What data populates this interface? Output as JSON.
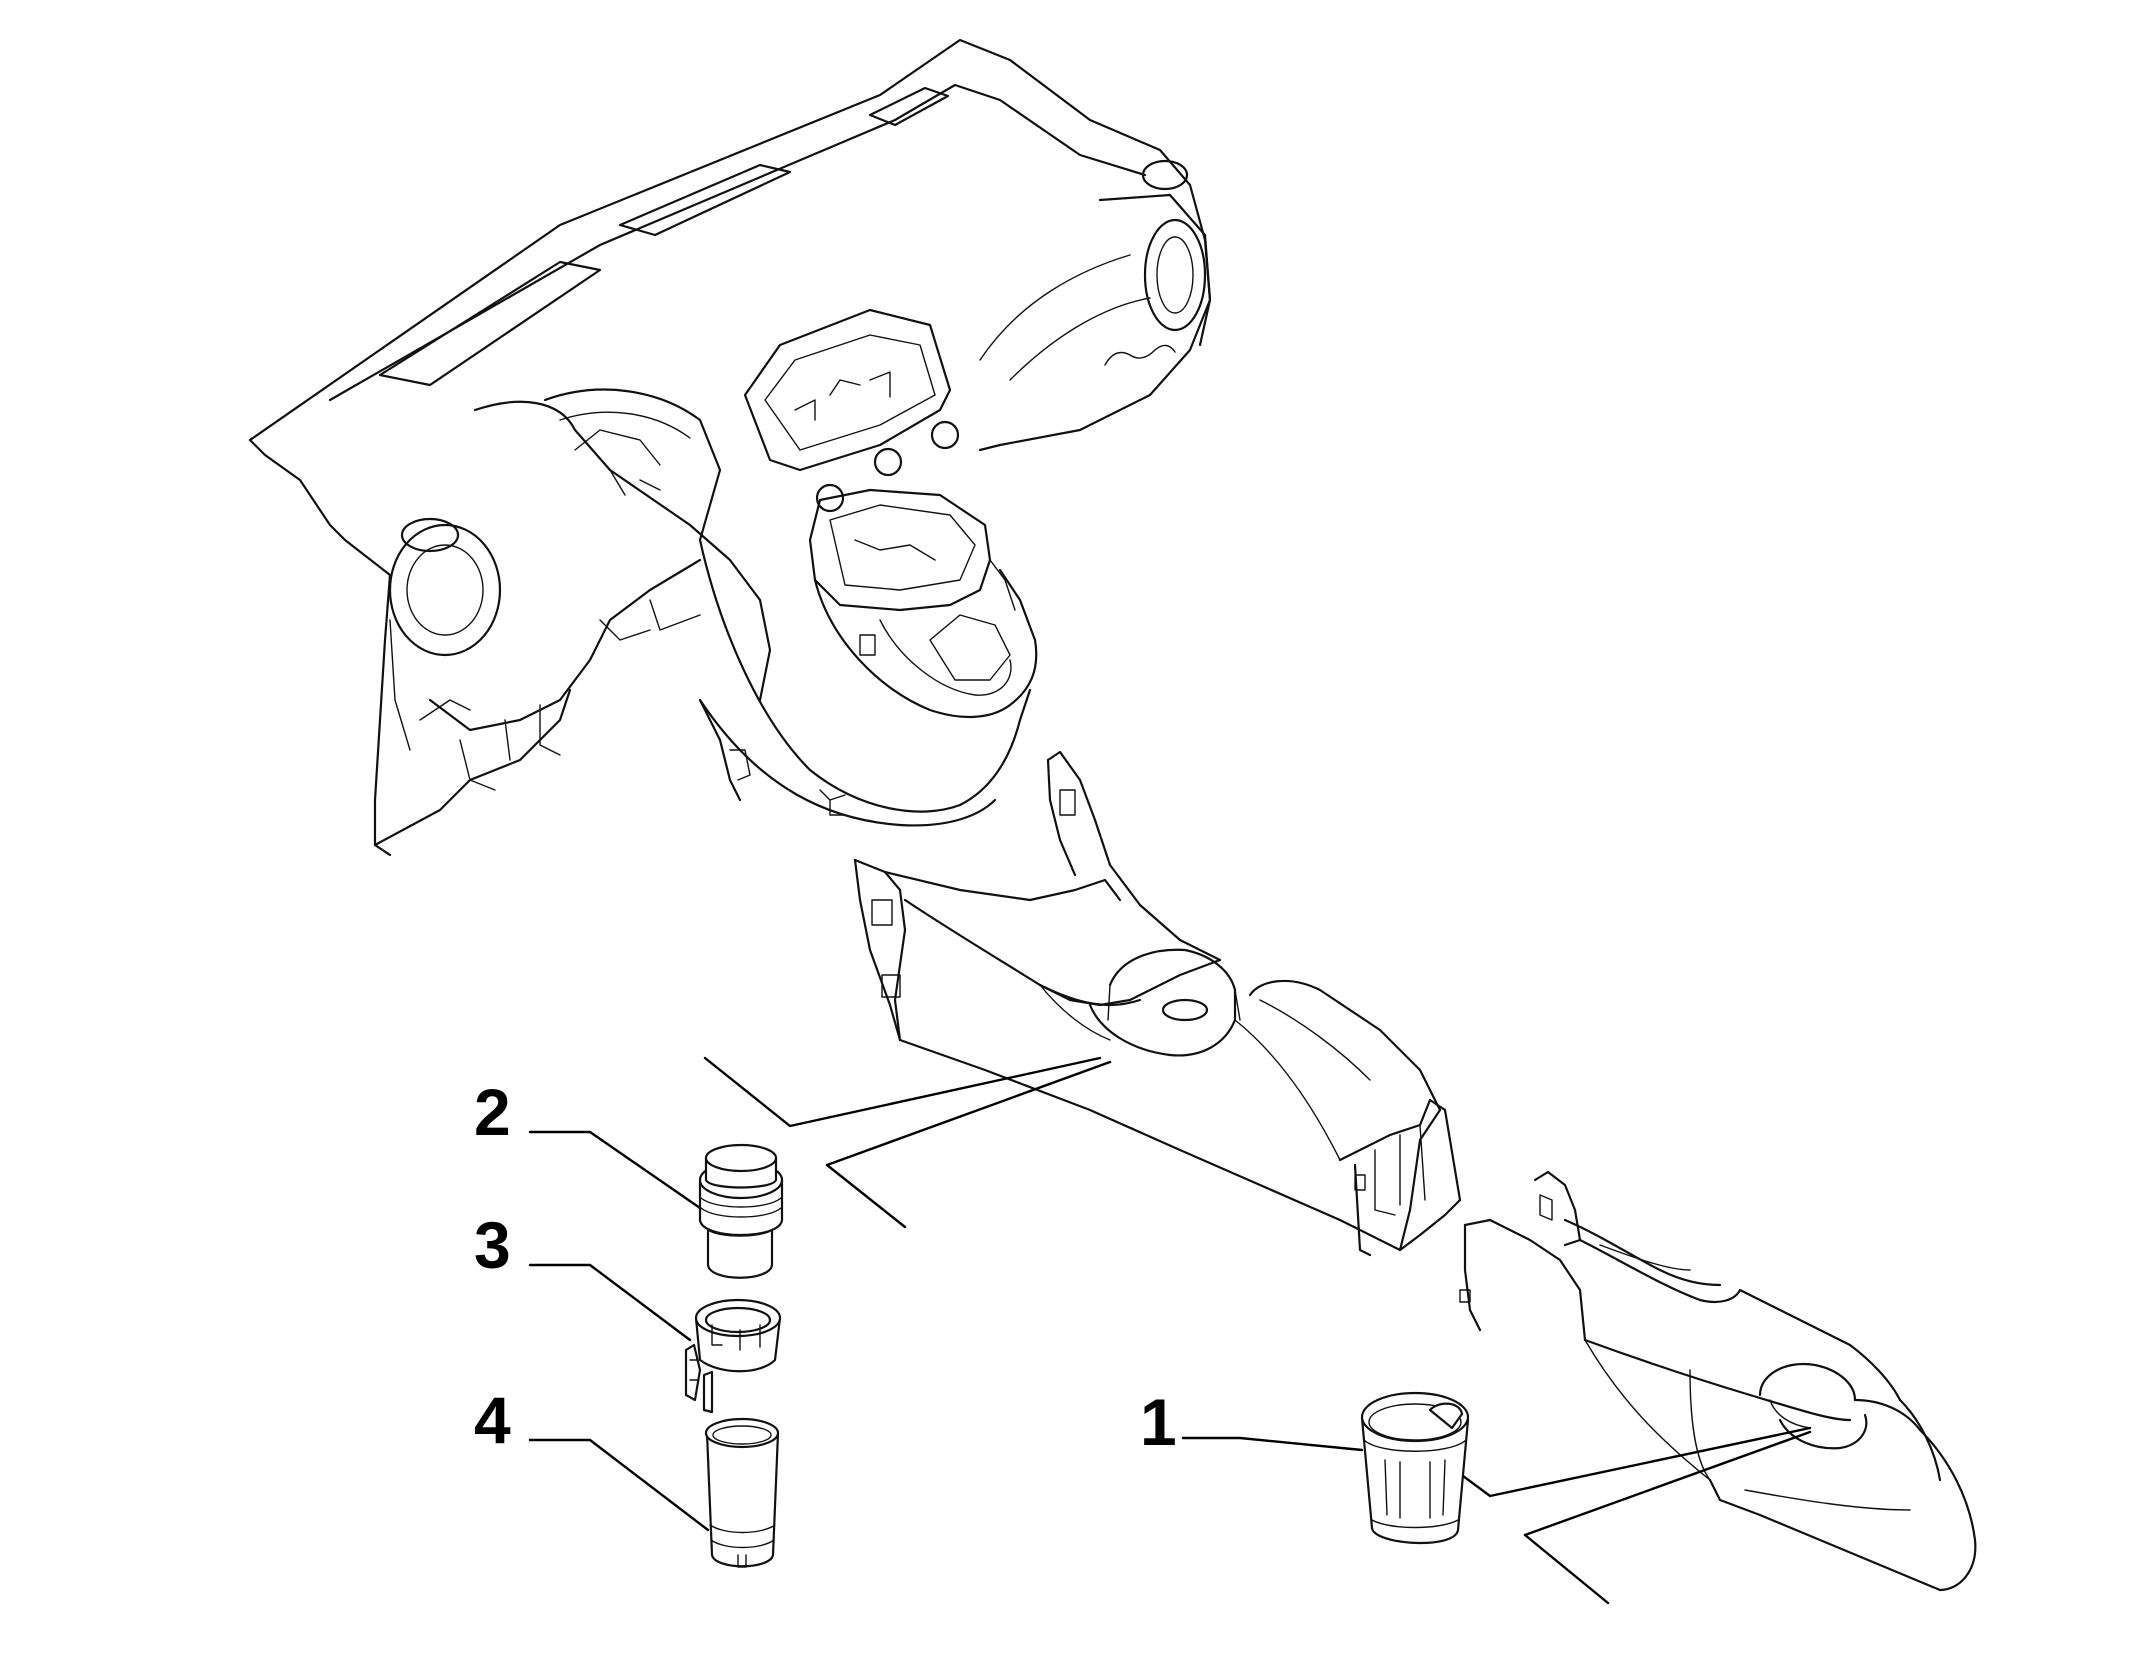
{
  "callouts": [
    {
      "id": "1",
      "label": "1"
    },
    {
      "id": "2",
      "label": "2"
    },
    {
      "id": "3",
      "label": "3"
    },
    {
      "id": "4",
      "label": "4"
    }
  ],
  "colors": {
    "line": "#111111",
    "background": "#ffffff"
  },
  "parts": [
    "dashboard-panel",
    "center-console-front",
    "center-console-rear",
    "cup-holder",
    "socket-cap",
    "socket-ring",
    "socket-body"
  ]
}
